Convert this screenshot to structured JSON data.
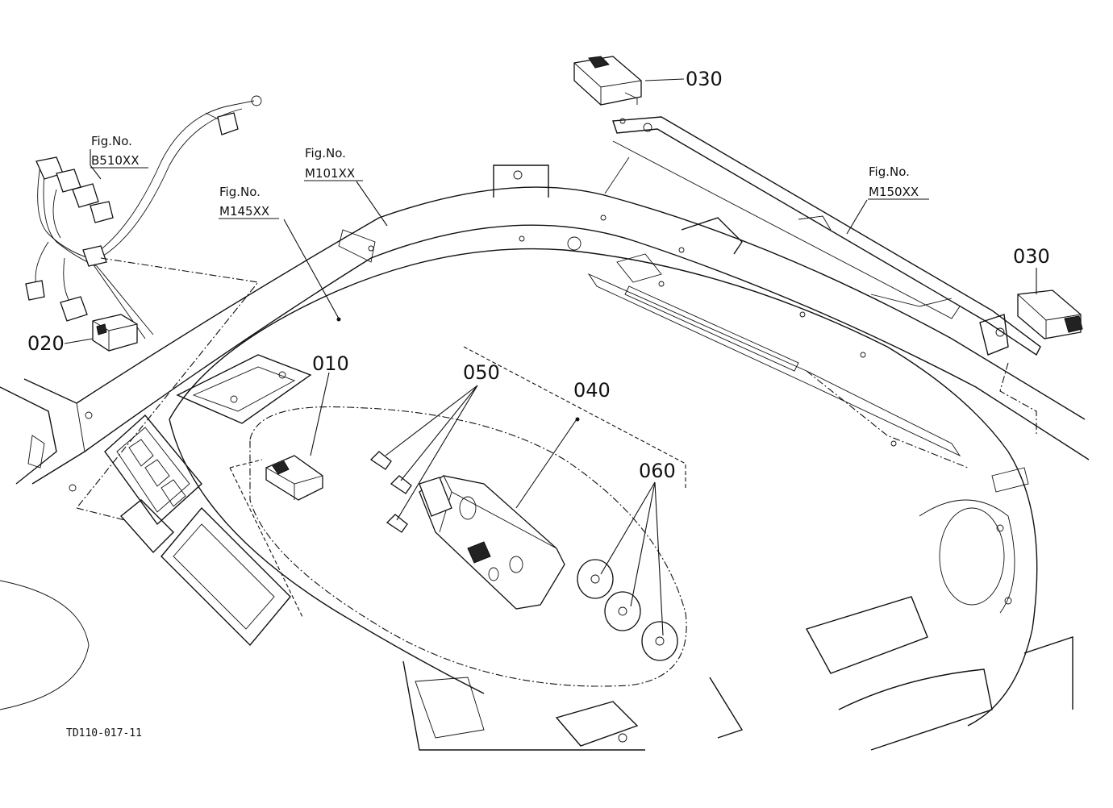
{
  "diagram_code": "TD110-017-11",
  "parts": {
    "p010": "010",
    "p020": "020",
    "p030a": "030",
    "p030b": "030",
    "p040": "040",
    "p050": "050",
    "p060": "060"
  },
  "figure_refs": [
    {
      "label": "Fig.No.",
      "code": "B510XX"
    },
    {
      "label": "Fig.No.",
      "code": "M101XX"
    },
    {
      "label": "Fig.No.",
      "code": "M145XX"
    },
    {
      "label": "Fig.No.",
      "code": "M150XX"
    }
  ]
}
